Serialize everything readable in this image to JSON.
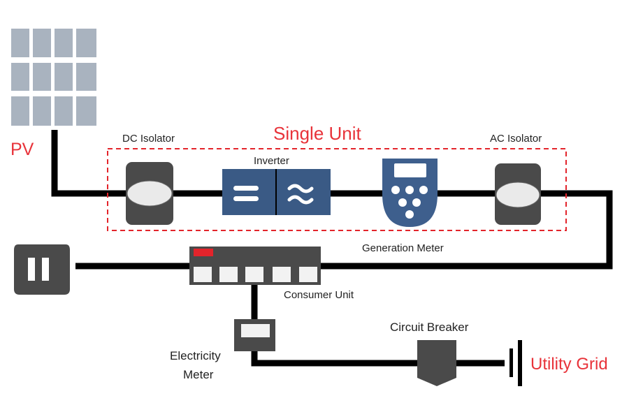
{
  "labels": {
    "pv": "PV",
    "single_unit": "Single Unit",
    "dc_isolator": "DC Isolator",
    "inverter": "Inverter",
    "ac_isolator": "AC Isolator",
    "generation_meter": "Generation Meter",
    "consumer_unit": "Consumer Unit",
    "circuit_breaker": "Circuit Breaker",
    "electricity_meter_line1": "Electricity",
    "electricity_meter_line2": "Meter",
    "utility_grid": "Utility Grid"
  },
  "colors": {
    "accent_red": "#e8333a",
    "wire": "#000000",
    "device_dark": "#4a4a4a",
    "panel_cell": "#a9b3bf",
    "inverter_blue": "#3a5a85",
    "meter_blue": "#3e5f8d",
    "breaker_red": "#e3242b"
  },
  "icons": {
    "pv_panel": "solar-panel-icon",
    "dc_isolator": "isolator-switch-icon",
    "inverter": "inverter-dc-ac-icon",
    "generation_meter": "meter-icon",
    "ac_isolator": "isolator-switch-icon",
    "socket": "power-socket-icon",
    "consumer_unit": "consumer-unit-icon",
    "electricity_meter": "electricity-meter-icon",
    "circuit_breaker": "circuit-breaker-icon",
    "utility_grid": "grid-ground-icon"
  }
}
